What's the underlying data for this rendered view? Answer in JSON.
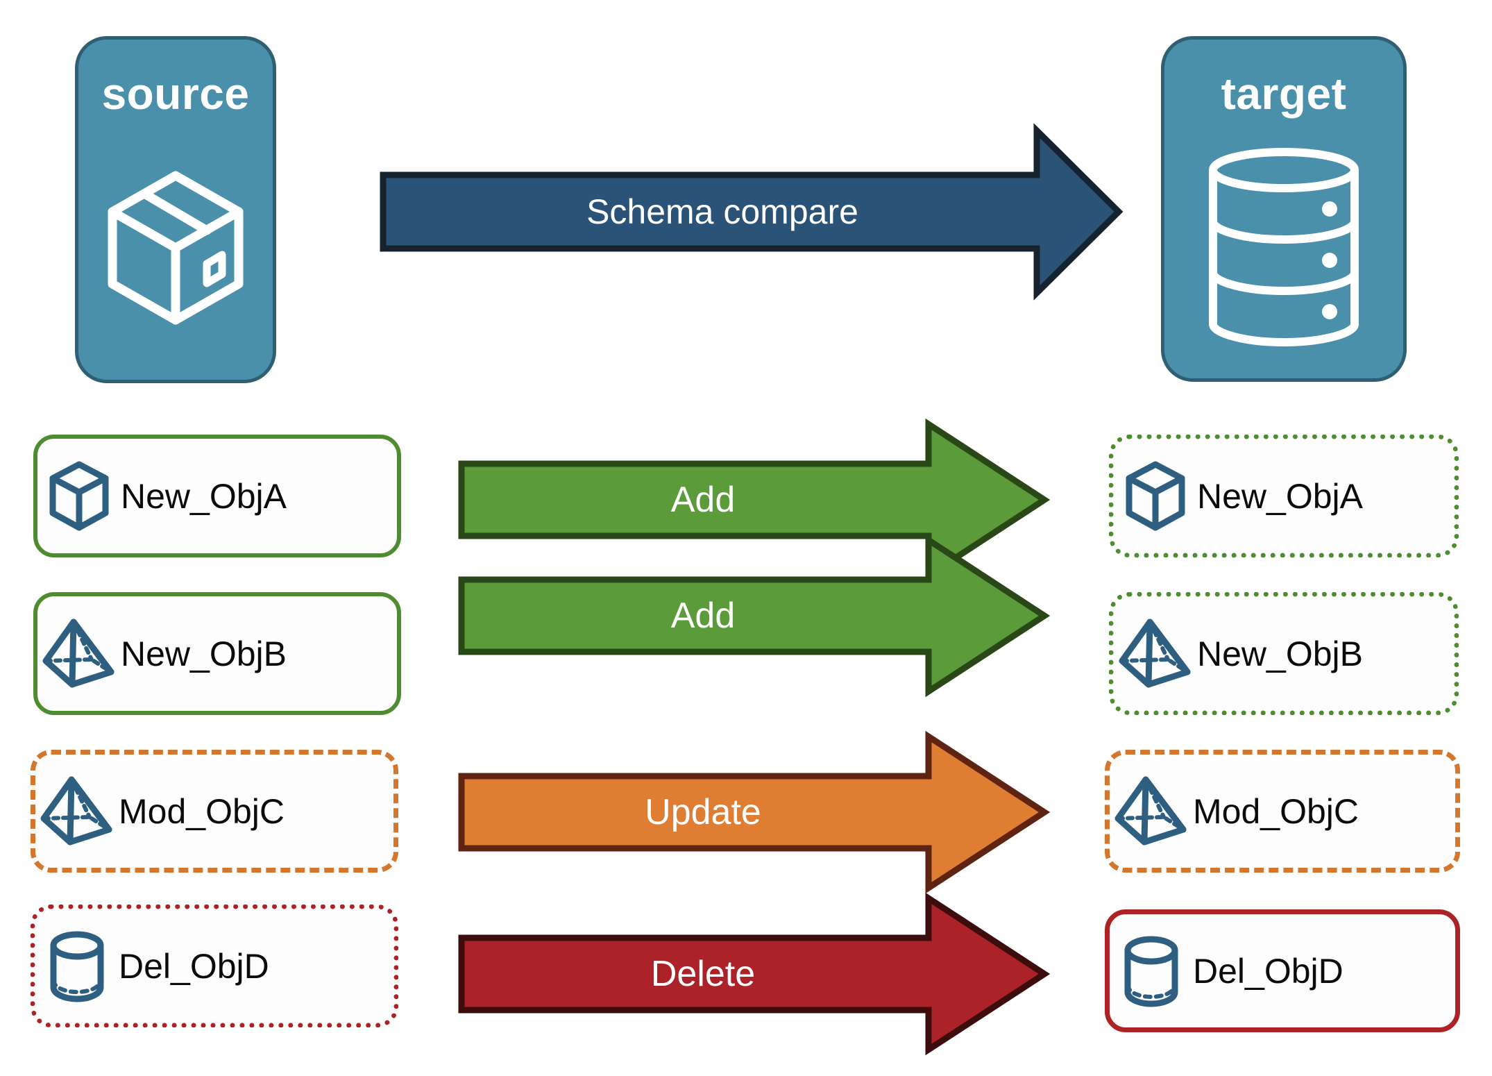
{
  "diagram": {
    "title": "Schema compare source to target",
    "background": "#ffffff"
  },
  "endpoints": {
    "source": {
      "label": "source",
      "icon": "package-cube-icon",
      "fill": "#4a90ab",
      "stroke": "#2e5f73",
      "text_color": "#ffffff"
    },
    "target": {
      "label": "target",
      "icon": "database-cylinder-icon",
      "fill": "#4a90ab",
      "stroke": "#2e5f73",
      "text_color": "#ffffff"
    }
  },
  "main_arrow": {
    "label": "Schema compare",
    "fill": "#2b5377",
    "stroke": "#16222e",
    "text_color": "#ffffff",
    "direction": "left-to-right"
  },
  "rows": [
    {
      "action": "Add",
      "arrow_fill": "#5b9b3a",
      "arrow_stroke": "#2a4717",
      "source": {
        "name": "New_ObjA",
        "icon": "wireframe-cube-icon",
        "border_color": "#4e8d2f",
        "border_style": "solid"
      },
      "target": {
        "name": "New_ObjA",
        "icon": "wireframe-cube-icon",
        "border_color": "#4e8d2f",
        "border_style": "dotted"
      }
    },
    {
      "action": "Add",
      "arrow_fill": "#5b9b3a",
      "arrow_stroke": "#2a4717",
      "source": {
        "name": "New_ObjB",
        "icon": "wireframe-pyramid-icon",
        "border_color": "#4e8d2f",
        "border_style": "solid"
      },
      "target": {
        "name": "New_ObjB",
        "icon": "wireframe-pyramid-icon",
        "border_color": "#4e8d2f",
        "border_style": "dotted"
      }
    },
    {
      "action": "Update",
      "arrow_fill": "#df7e33",
      "arrow_stroke": "#5f2312",
      "source": {
        "name": "Mod_ObjC",
        "icon": "wireframe-pyramid-icon",
        "border_color": "#d4772e",
        "border_style": "dashed"
      },
      "target": {
        "name": "Mod_ObjC",
        "icon": "wireframe-pyramid-icon",
        "border_color": "#d4772e",
        "border_style": "dashed"
      }
    },
    {
      "action": "Delete",
      "arrow_fill": "#ab2328",
      "arrow_stroke": "#3d0c0d",
      "source": {
        "name": "Del_ObjD",
        "icon": "wireframe-cylinder-icon",
        "border_color": "#ad2225",
        "border_style": "dotted"
      },
      "target": {
        "name": "Del_ObjD",
        "icon": "wireframe-cylinder-icon",
        "border_color": "#ad2225",
        "border_style": "solid"
      }
    }
  ],
  "icon_color": "#2e5f81"
}
